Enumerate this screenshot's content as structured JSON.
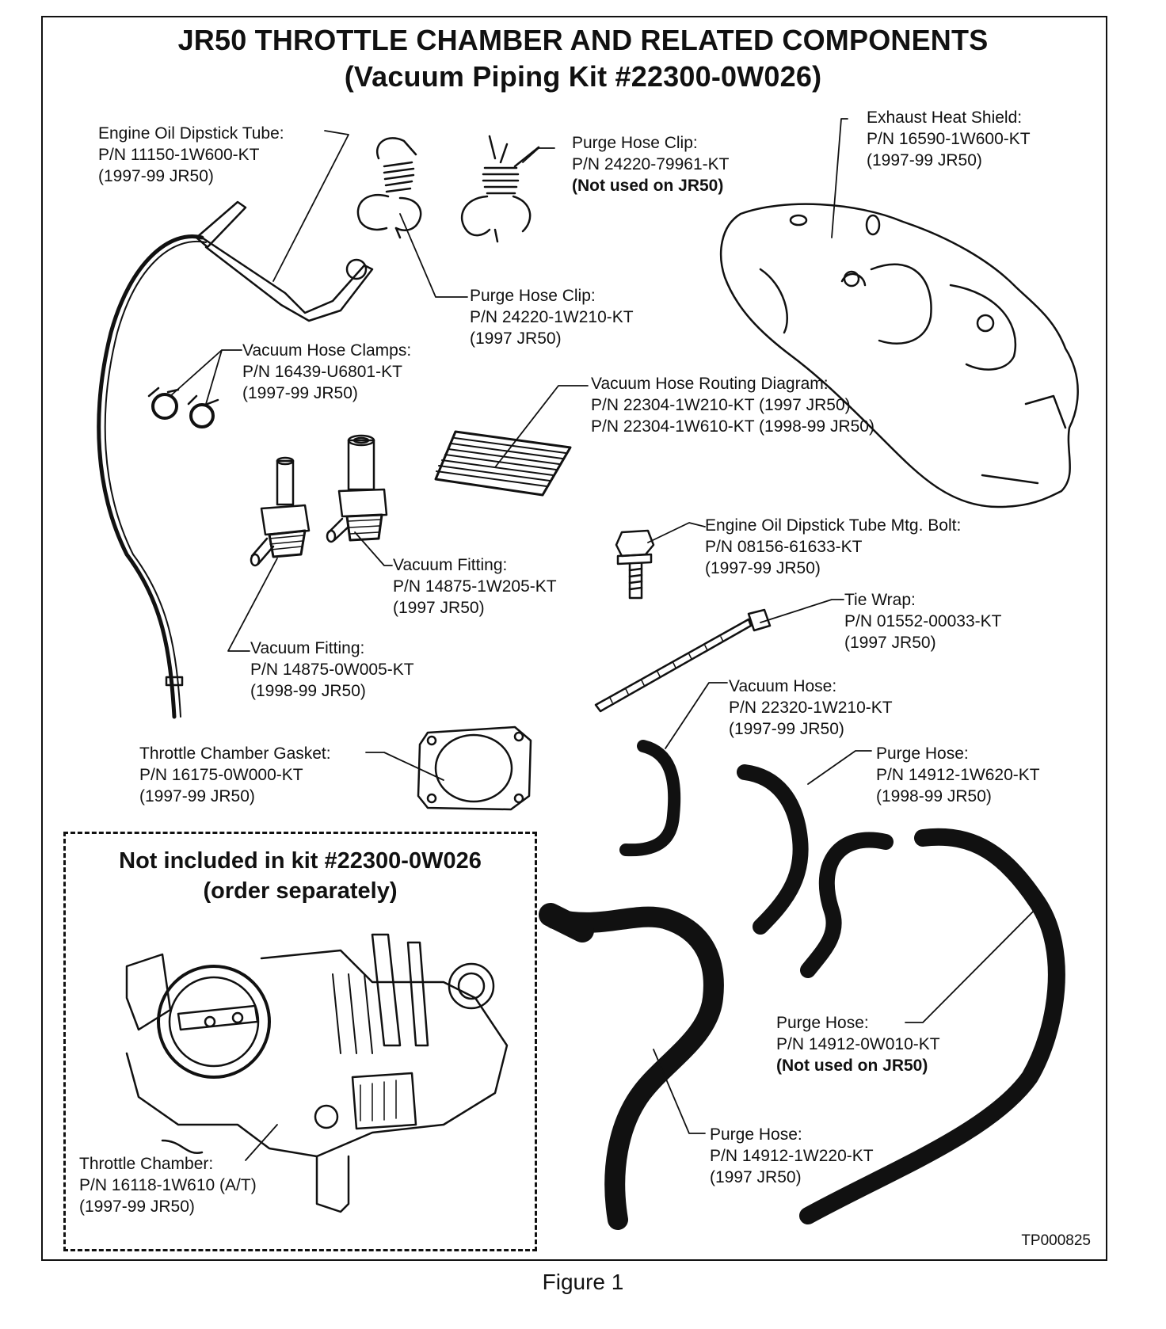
{
  "title": {
    "line1": "JR50 THROTTLE CHAMBER AND RELATED COMPONENTS",
    "line2": "(Vacuum Piping Kit #22300-0W026)"
  },
  "callouts": {
    "dipstick_tube": {
      "name": "Engine Oil Dipstick Tube:",
      "pn": "P/N 11150-1W600-KT",
      "years": "(1997-99 JR50)"
    },
    "purge_clip_a": {
      "name": "Purge Hose Clip:",
      "pn": "P/N 24220-79961-KT",
      "note": "(Not used on JR50)"
    },
    "purge_clip_b": {
      "name": "Purge Hose Clip:",
      "pn": "P/N 24220-1W210-KT",
      "years": "(1997 JR50)"
    },
    "heat_shield": {
      "name": "Exhaust Heat Shield:",
      "pn": "P/N 16590-1W600-KT",
      "years": "(1997-99 JR50)"
    },
    "hose_clamps": {
      "name": "Vacuum Hose Clamps:",
      "pn": "P/N 16439-U6801-KT",
      "years": "(1997-99 JR50)"
    },
    "routing_diagram": {
      "name": "Vacuum Hose Routing Diagram:",
      "pn1": "P/N 22304-1W210-KT (1997 JR50)",
      "pn2": "P/N 22304-1W610-KT (1998-99 JR50)"
    },
    "dipstick_bolt": {
      "name": "Engine Oil Dipstick Tube Mtg. Bolt:",
      "pn": "P/N 08156-61633-KT",
      "years": "(1997-99 JR50)"
    },
    "fitting_a": {
      "name": "Vacuum Fitting:",
      "pn": "P/N 14875-1W205-KT",
      "years": "(1997 JR50)"
    },
    "tie_wrap": {
      "name": "Tie Wrap:",
      "pn": "P/N 01552-00033-KT",
      "years": "(1997 JR50)"
    },
    "fitting_b": {
      "name": "Vacuum Fitting:",
      "pn": "P/N 14875-0W005-KT",
      "years": "(1998-99 JR50)"
    },
    "vacuum_hose": {
      "name": "Vacuum Hose:",
      "pn": "P/N 22320-1W210-KT",
      "years": "(1997-99 JR50)"
    },
    "gasket": {
      "name": "Throttle Chamber Gasket:",
      "pn": "P/N 16175-0W000-KT",
      "years": "(1997-99 JR50)"
    },
    "purge_hose_a": {
      "name": "Purge Hose:",
      "pn": "P/N 14912-1W620-KT",
      "years": "(1998-99 JR50)"
    },
    "purge_hose_b": {
      "name": "Purge Hose:",
      "pn": "P/N 14912-0W010-KT",
      "note": "(Not used on JR50)"
    },
    "purge_hose_c": {
      "name": "Purge Hose:",
      "pn": "P/N 14912-1W220-KT",
      "years": "(1997 JR50)"
    },
    "throttle_chamber": {
      "name": "Throttle Chamber:",
      "pn": "P/N 16118-1W610 (A/T)",
      "years": "(1997-99 JR50)"
    }
  },
  "not_included": {
    "line1": "Not included in kit #22300-0W026",
    "line2": "(order separately)"
  },
  "drawing_code": "TP000825",
  "caption": "Figure 1"
}
